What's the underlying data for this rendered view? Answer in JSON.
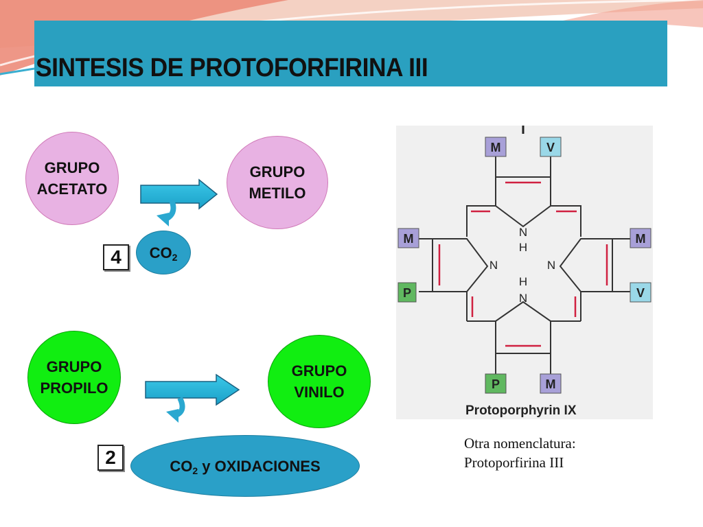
{
  "title": "SINTESIS DE PROTOFORFIRINA III",
  "top": {
    "source": [
      "GRUPO",
      "ACETATO"
    ],
    "target": [
      "GRUPO",
      "METILO"
    ],
    "byproduct_main": "CO",
    "byproduct_sub": "2",
    "count": "4"
  },
  "bottom": {
    "source": [
      "GRUPO",
      "PROPILO"
    ],
    "target": [
      "GRUPO",
      "VINILO"
    ],
    "byproduct_main": "CO",
    "byproduct_sub": "2",
    "byproduct_rest": " y OXIDACIONES",
    "count": "2"
  },
  "molecule": {
    "name": "Protoporphyrin IX",
    "substituents": [
      "M",
      "V",
      "M",
      "M",
      "P",
      "V",
      "P",
      "M"
    ],
    "atoms": [
      "N",
      "H",
      "N",
      "N",
      "H",
      "N"
    ]
  },
  "caption": [
    "Otra nomenclatura:",
    "Protoporfirina III"
  ],
  "colors": {
    "title_bar": "#2aa0c0",
    "pink": "#e8b2e3",
    "green": "#11ee11",
    "blue": "#2aa0c8",
    "M_box": "#a8a0d8",
    "V_box": "#9ad8e8",
    "P_box": "#60b860",
    "bond_red": "#d02040"
  }
}
